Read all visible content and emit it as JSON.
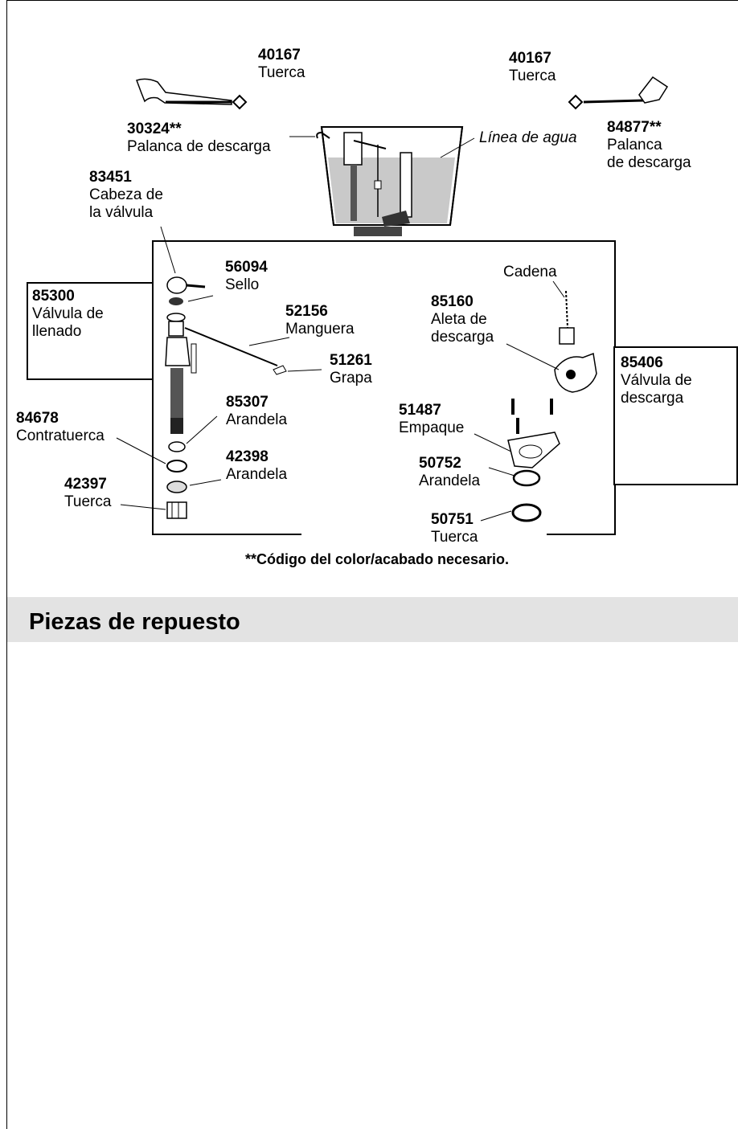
{
  "parts": {
    "nut_left": {
      "code": "40167",
      "name": "Tuerca"
    },
    "lever_left": {
      "code": "30324**",
      "name": "Palanca de descarga"
    },
    "nut_right": {
      "code": "40167",
      "name": "Tuerca"
    },
    "lever_right": {
      "code": "84877**",
      "name1": "Palanca",
      "name2": "de descarga"
    },
    "valve_head": {
      "code": "83451",
      "name1": "Cabeza de",
      "name2": "la válvula"
    },
    "seal": {
      "code": "56094",
      "name": "Sello"
    },
    "fill_valve": {
      "code": "85300",
      "name1": "Válvula de",
      "name2": "llenado"
    },
    "hose": {
      "code": "52156",
      "name": "Manguera"
    },
    "clip": {
      "code": "51261",
      "name": "Grapa"
    },
    "washer_85307": {
      "code": "85307",
      "name": "Arandela"
    },
    "locknut": {
      "code": "84678",
      "name": "Contratuerca"
    },
    "washer_42398": {
      "code": "42398",
      "name": "Arandela"
    },
    "nut_42397": {
      "code": "42397",
      "name": "Tuerca"
    },
    "chain": {
      "name": "Cadena"
    },
    "flapper": {
      "code": "85160",
      "name1": "Aleta de",
      "name2": "descarga"
    },
    "flush_valve": {
      "code": "85406",
      "name1": "Válvula de",
      "name2": "descarga"
    },
    "gasket": {
      "code": "51487",
      "name": "Empaque"
    },
    "washer_50752": {
      "code": "50752",
      "name": "Arandela"
    },
    "nut_50751": {
      "code": "50751",
      "name": "Tuerca"
    }
  },
  "water_line": "Línea de agua",
  "footnote": "**Código del color/acabado necesario.",
  "section_title": "Piezas de repuesto",
  "colors": {
    "water": "#c9c9c9",
    "band": "#e3e3e3"
  }
}
